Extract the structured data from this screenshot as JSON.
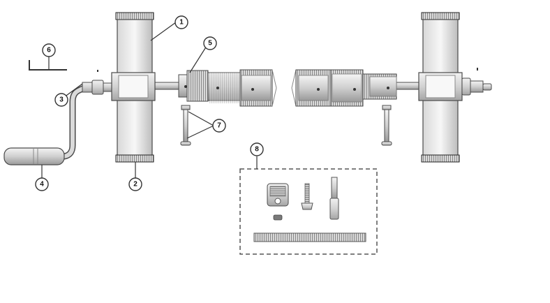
{
  "callouts": [
    {
      "label": "1",
      "part": "end-roller-left-top"
    },
    {
      "label": "2",
      "part": "end-roller-left-bottom"
    },
    {
      "label": "3",
      "part": "crank-collar"
    },
    {
      "label": "4",
      "part": "crank-handle"
    },
    {
      "label": "5",
      "part": "tube-segments"
    },
    {
      "label": "6",
      "part": "bracket"
    },
    {
      "label": "7",
      "part": "support-pins"
    },
    {
      "label": "8",
      "part": "hardware-kit"
    }
  ],
  "colors": {
    "outline": "#4a4a4a",
    "metal_light": "#e6e6e6",
    "metal_mid": "#bdbdbd",
    "metal_dark": "#8a8a8a",
    "rubber": "#2a2a2a",
    "background": "#ffffff"
  }
}
